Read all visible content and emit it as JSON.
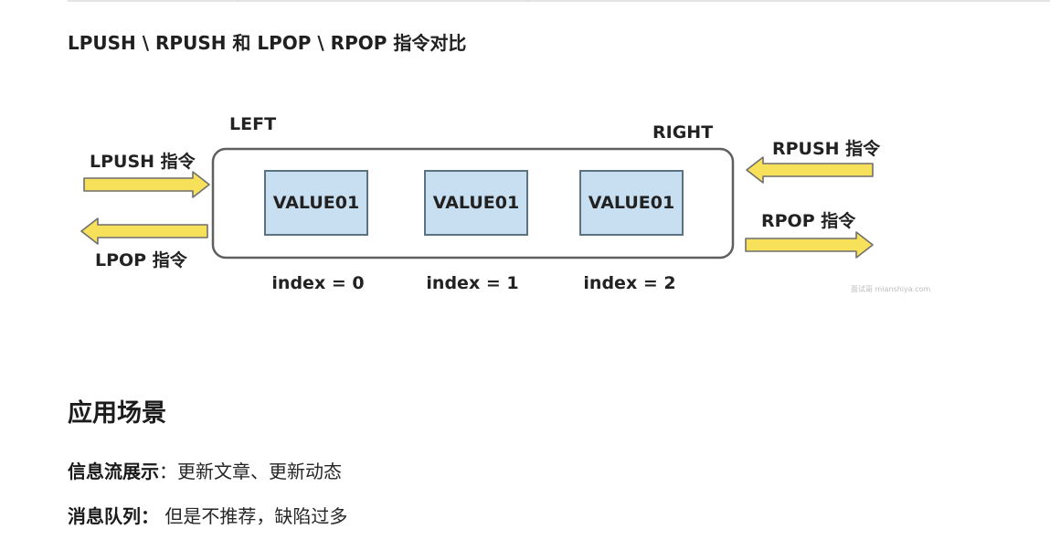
{
  "section_title": "LPUSH \\ RPUSH 和 LPOP \\ RPOP 指令对比",
  "diagram": {
    "left_label": "LEFT",
    "right_label": "RIGHT",
    "lpush_label": "LPUSH 指令",
    "lpop_label": "LPOP 指令",
    "rpush_label": "RPUSH 指令",
    "rpop_label": "RPOP 指令",
    "cells": [
      {
        "value": "VALUE01",
        "index": "index = 0"
      },
      {
        "value": "VALUE01",
        "index": "index = 1"
      },
      {
        "value": "VALUE01",
        "index": "index = 2"
      }
    ],
    "watermark": "面试哥 mianshiya.com",
    "colors": {
      "arrow_fill": "#f8e15a",
      "arrow_stroke": "#6f6f6f",
      "cell_fill": "#c8dff1",
      "cell_stroke": "#5b7380",
      "container_stroke": "#5f5f5f"
    }
  },
  "scenarios": {
    "heading": "应用场景",
    "items": [
      {
        "term": "信息流展示",
        "separator": "：",
        "desc": "更新文章、更新动态"
      },
      {
        "term": "消息队列：",
        "separator": "",
        "desc": " 但是不推荐，缺陷过多"
      }
    ]
  }
}
